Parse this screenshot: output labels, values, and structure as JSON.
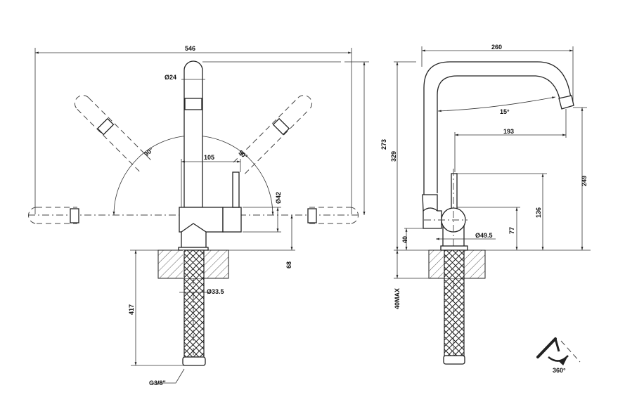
{
  "front_view": {
    "width_total": "546",
    "spout_diameter": "Ø24",
    "height_spout": "273",
    "swivel_left": "90°",
    "swivel_right": "90°",
    "lever_offset": "105",
    "body_diameter": "Ø42",
    "body_height": "68",
    "shank_diameter": "Ø33.5",
    "hose_length": "417",
    "connection": "G3/8\""
  },
  "side_view": {
    "depth_total": "260",
    "spout_angle": "15°",
    "reach": "193",
    "height_total": "329",
    "outlet_height": "249",
    "lever_height": "136",
    "body_axis_height": "77",
    "diverter_height": "40",
    "base_diameter": "Ø49.5",
    "counter_max": "40MAX"
  },
  "rotation_icon": {
    "label": "360°"
  }
}
